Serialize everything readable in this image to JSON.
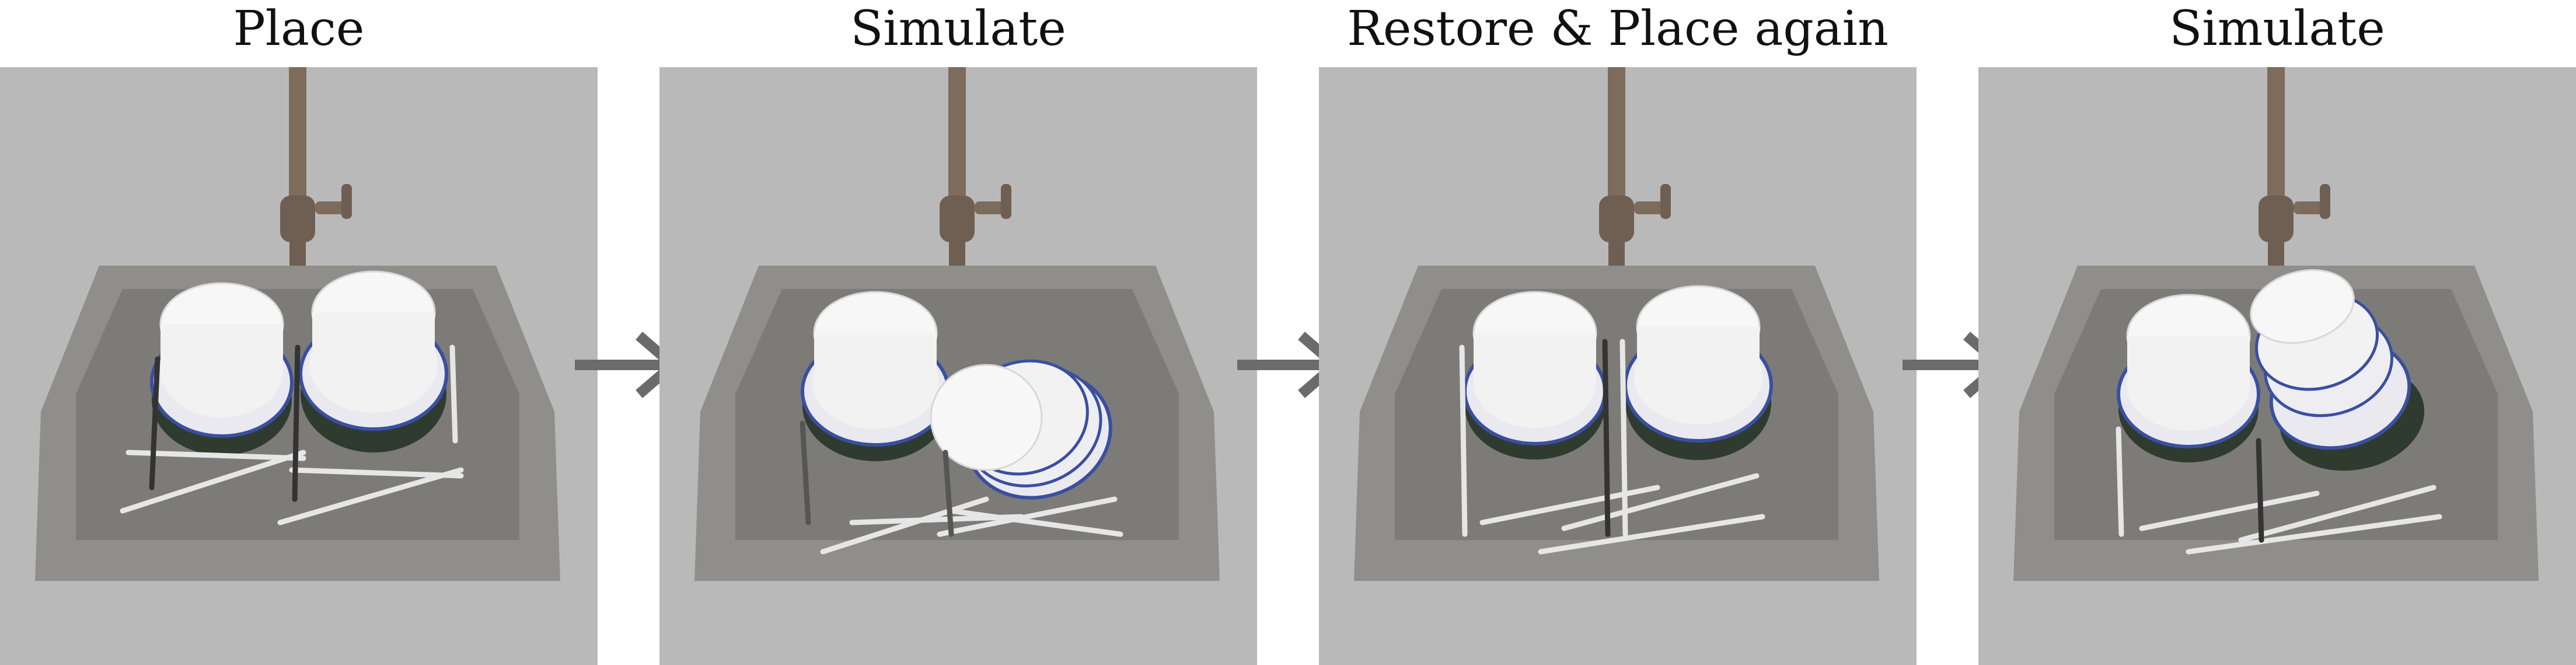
{
  "steps": [
    {
      "title": "Place"
    },
    {
      "title": "Simulate"
    },
    {
      "title": "Restore & Place again"
    },
    {
      "title": "Simulate"
    }
  ],
  "colors": {
    "background": "#b9b9b9",
    "sink": "#8f8e8b",
    "sink_inner": "#7c7b78",
    "faucet": "#7d6b5c",
    "plate": "#f2f2f2",
    "plate_rim": "#3a4fa0",
    "arrow": "#6b6b6b"
  },
  "icons": [
    "arrow-right-icon",
    "faucet-icon",
    "sink-icon",
    "plate-stack-icon",
    "cutlery-icon"
  ]
}
